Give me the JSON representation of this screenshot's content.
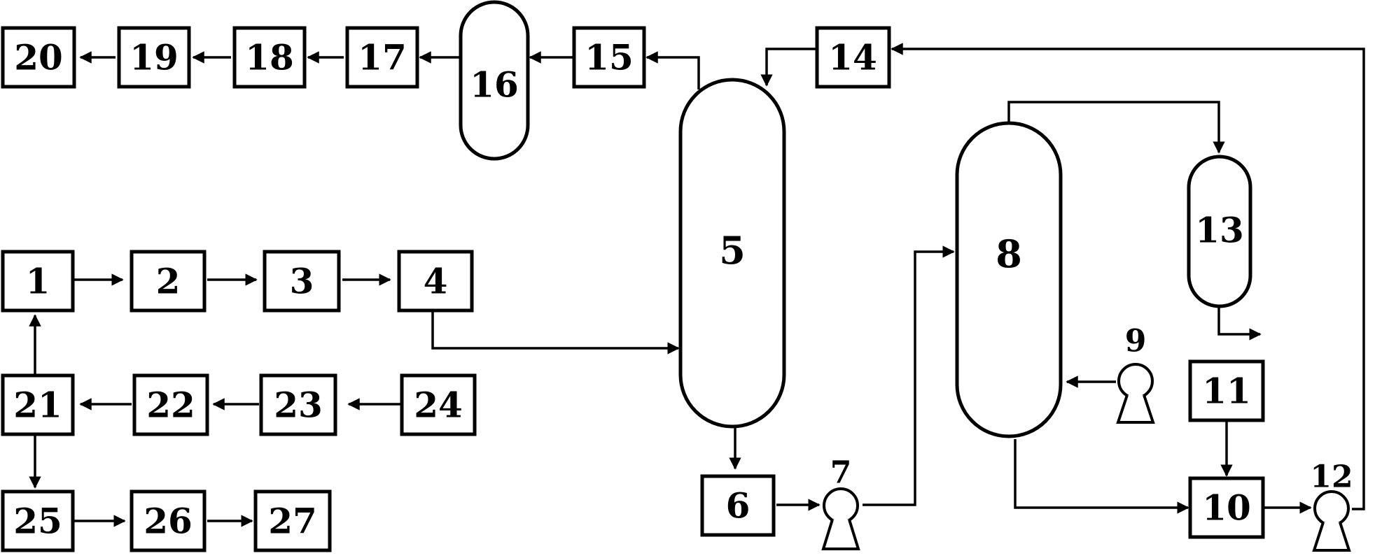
{
  "units": {
    "u1": "1",
    "u2": "2",
    "u3": "3",
    "u4": "4",
    "u5": "5",
    "u6": "6",
    "u7": "7",
    "u8": "8",
    "u9": "9",
    "u10": "10",
    "u11": "11",
    "u12": "12",
    "u13": "13",
    "u14": "14",
    "u15": "15",
    "u16": "16",
    "u17": "17",
    "u18": "18",
    "u19": "19",
    "u20": "20",
    "u21": "21",
    "u22": "22",
    "u23": "23",
    "u24": "24",
    "u25": "25",
    "u26": "26",
    "u27": "27"
  },
  "colors": {
    "line": "#000000",
    "background": "#ffffff"
  }
}
